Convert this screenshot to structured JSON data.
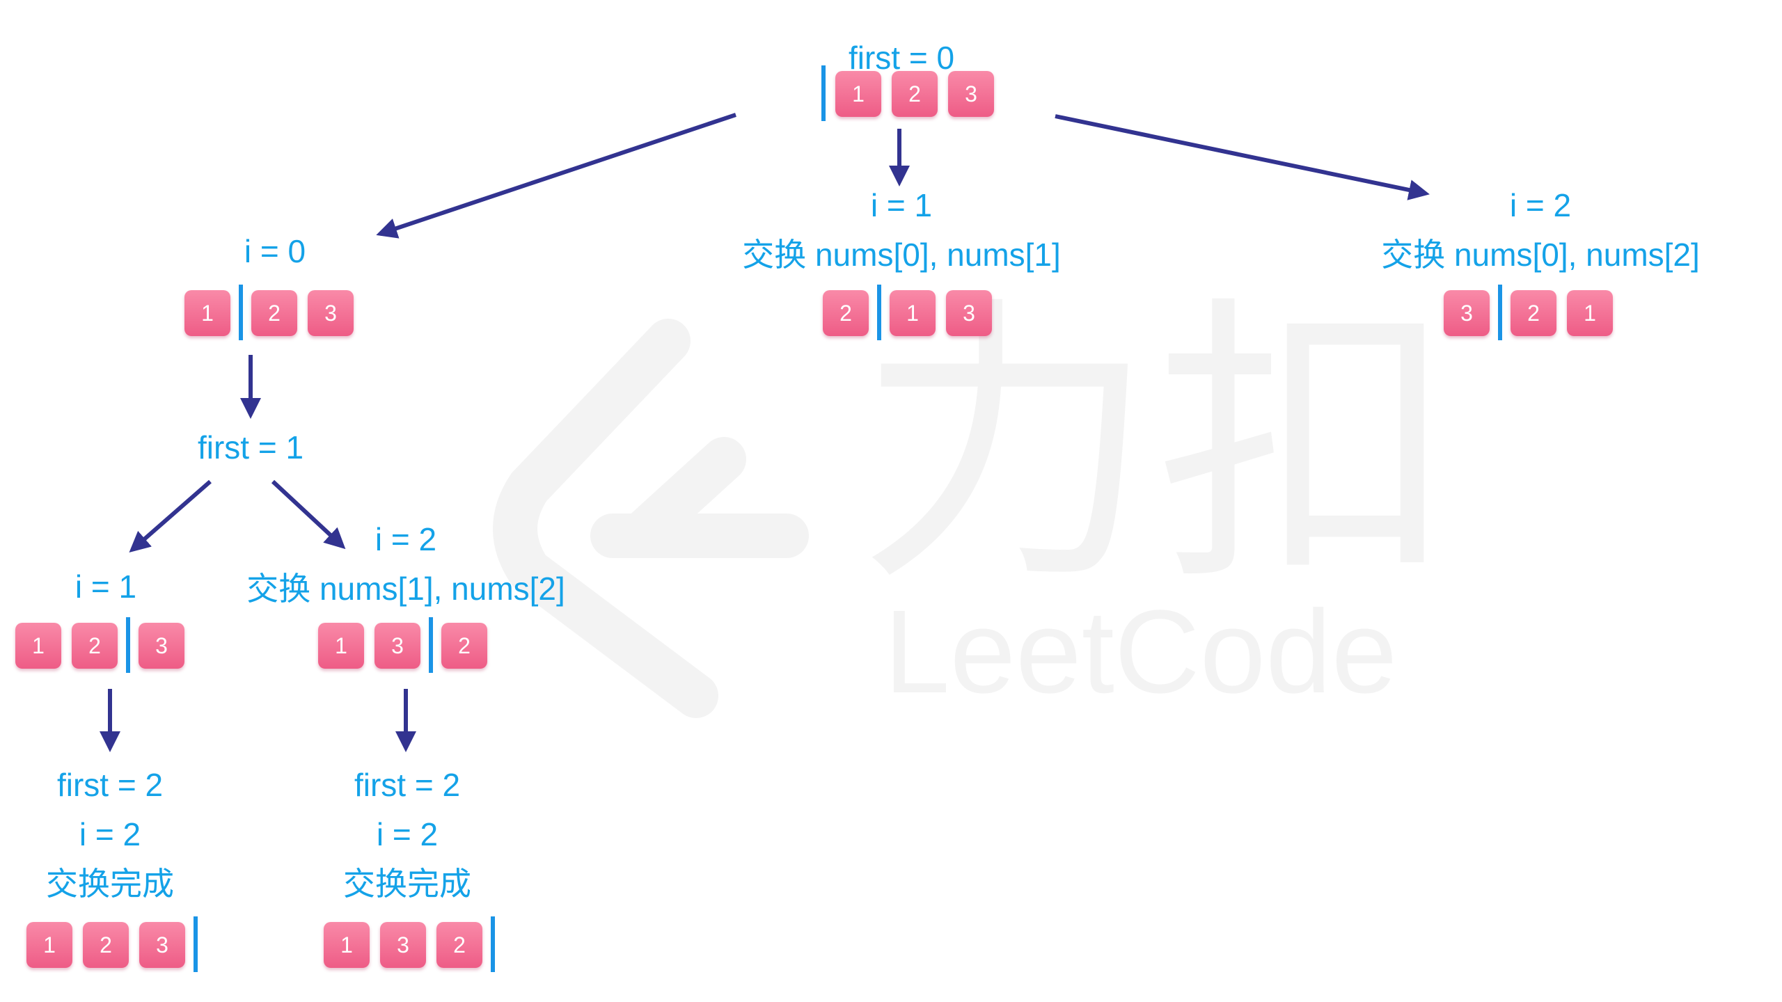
{
  "watermark": {
    "text": "力扣",
    "subtext": "LeetCode"
  },
  "nodes": [
    {
      "id": "root",
      "labels": [
        "first = 0"
      ],
      "array": {
        "values": [
          "1",
          "2",
          "3"
        ],
        "sep": 0
      }
    },
    {
      "id": "c0",
      "labels": [
        "i = 0"
      ],
      "array": {
        "values": [
          "1",
          "2",
          "3"
        ],
        "sep": 1
      }
    },
    {
      "id": "c1",
      "labels": [
        "i = 1",
        "交换 nums[0], nums[1]"
      ],
      "array": {
        "values": [
          "2",
          "1",
          "3"
        ],
        "sep": 1
      }
    },
    {
      "id": "c2",
      "labels": [
        "i = 2",
        "交换 nums[0], nums[2]"
      ],
      "array": {
        "values": [
          "3",
          "2",
          "1"
        ],
        "sep": 1
      }
    },
    {
      "id": "f1",
      "labels": [
        "first = 1"
      ]
    },
    {
      "id": "g1",
      "labels": [
        "i = 1"
      ],
      "array": {
        "values": [
          "1",
          "2",
          "3"
        ],
        "sep": 2
      }
    },
    {
      "id": "g2",
      "labels": [
        "i = 2",
        "交换 nums[1], nums[2]"
      ],
      "array": {
        "values": [
          "1",
          "3",
          "2"
        ],
        "sep": 2
      }
    },
    {
      "id": "l1",
      "labels": [
        "first = 2",
        "i = 2",
        "交换完成"
      ],
      "array": {
        "values": [
          "1",
          "2",
          "3"
        ],
        "sep": 3
      }
    },
    {
      "id": "l2",
      "labels": [
        "first = 2",
        "i = 2",
        "交换完成"
      ],
      "array": {
        "values": [
          "1",
          "3",
          "2"
        ],
        "sep": 3
      }
    }
  ],
  "edges": [
    {
      "from": "root",
      "to": "c0"
    },
    {
      "from": "root",
      "to": "c1"
    },
    {
      "from": "root",
      "to": "c2"
    },
    {
      "from": "c0",
      "to": "f1"
    },
    {
      "from": "f1",
      "to": "g1"
    },
    {
      "from": "f1",
      "to": "g2"
    },
    {
      "from": "g1",
      "to": "l1"
    },
    {
      "from": "g2",
      "to": "l2"
    }
  ],
  "colors": {
    "label": "#14a2e8",
    "box_top": "#f98aa8",
    "box_bottom": "#ee5c86",
    "separator": "#1a94e6",
    "arrow": "#323390",
    "watermark": "#f3f3f3"
  }
}
